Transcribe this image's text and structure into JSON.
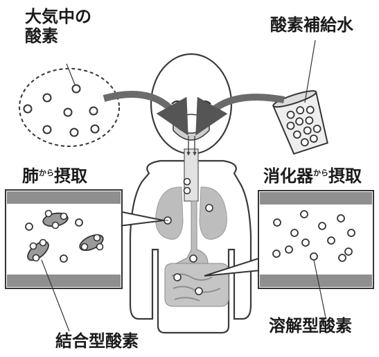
{
  "labels": {
    "atmospheric_oxygen_line1": "大気中の",
    "atmospheric_oxygen_line2": "酸素",
    "oxygen_water": "酸素補給水",
    "lung_intake_main": "肺",
    "lung_intake_small1": "か",
    "lung_intake_small2": "ら",
    "lung_intake_tail": "摂取",
    "digestive_intake_main": "消化器",
    "digestive_intake_small1": "か",
    "digestive_intake_small2": "ら",
    "digestive_intake_tail": "摂取",
    "bound_oxygen": "結合型酸素",
    "dissolved_oxygen": "溶解型酸素"
  },
  "colors": {
    "outline": "#2a2a2a",
    "organ_gray": "#b9b9b9",
    "panel_band": "#8f8f8f",
    "panel_fill": "#ffffff",
    "flow_arrow": "#6b6b6b"
  }
}
